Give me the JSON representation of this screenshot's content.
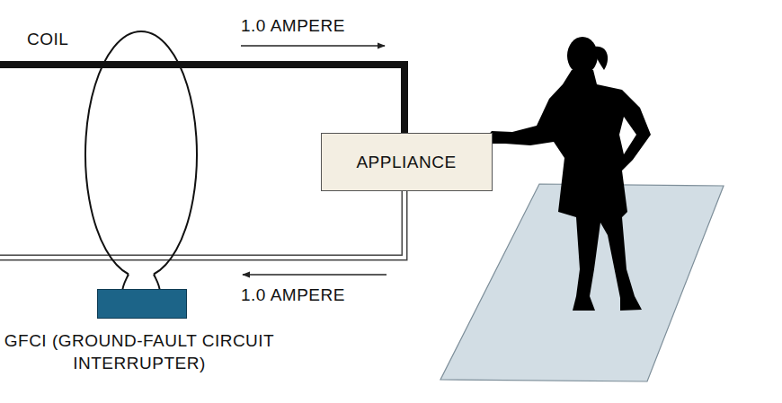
{
  "diagram": {
    "nodes": [
      {
        "text": [
          "APPLIANCE"
        ]
      },
      {
        "text": [
          "GFCI (GROUND-FAULT CIRCUIT INTERRUPTER)"
        ]
      }
    ],
    "labels": [
      "COIL",
      "1.0 AMPERE",
      "1.0 AMPERE"
    ]
  }
}
